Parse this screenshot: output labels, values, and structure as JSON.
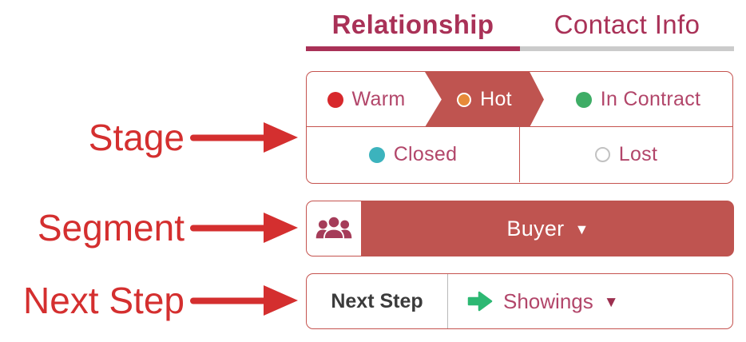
{
  "tabs": {
    "relationship_label": "Relationship",
    "contact_info_label": "Contact Info"
  },
  "annotations": {
    "stage_label": "Stage",
    "segment_label": "Segment",
    "next_step_label": "Next Step"
  },
  "stage_selector": {
    "options": [
      {
        "label": "Warm",
        "dot_color": "#d7282c",
        "selected": false
      },
      {
        "label": "Hot",
        "dot_color": "#e78a39",
        "selected": true
      },
      {
        "label": "In Contract",
        "dot_color": "#3ead66",
        "selected": false
      },
      {
        "label": "Closed",
        "dot_color": "#3cb3bd",
        "selected": false
      },
      {
        "label": "Lost",
        "dot_color": "#ffffff",
        "selected": false
      }
    ]
  },
  "segment_selector": {
    "value": "Buyer",
    "dropdown_glyph": "▼",
    "icon": "people-group-icon"
  },
  "next_step": {
    "label": "Next Step",
    "value": "Showings",
    "dropdown_glyph": "▼",
    "icon": "green-right-arrow-icon"
  },
  "colors": {
    "annotation_red": "#d42f2f",
    "brick_red_fill": "#bf5450",
    "border_red": "#c5534f",
    "tab_accent": "#a93157",
    "inactive_underline": "#cbcbcb",
    "rose_text": "#b2466a",
    "selected_text": "#ffffff",
    "warm_dot": "#d7282c",
    "hot_dot": "#e78a39",
    "in_contract_dot": "#3ead66",
    "closed_dot": "#3cb3bd",
    "lost_dot_border": "#c2c2c2",
    "green_arrow": "#2db873",
    "people_icon": "#a53c59",
    "next_step_label_text": "#3b3b3b",
    "dropdown_triangle_dark": "#9c2f4f"
  }
}
